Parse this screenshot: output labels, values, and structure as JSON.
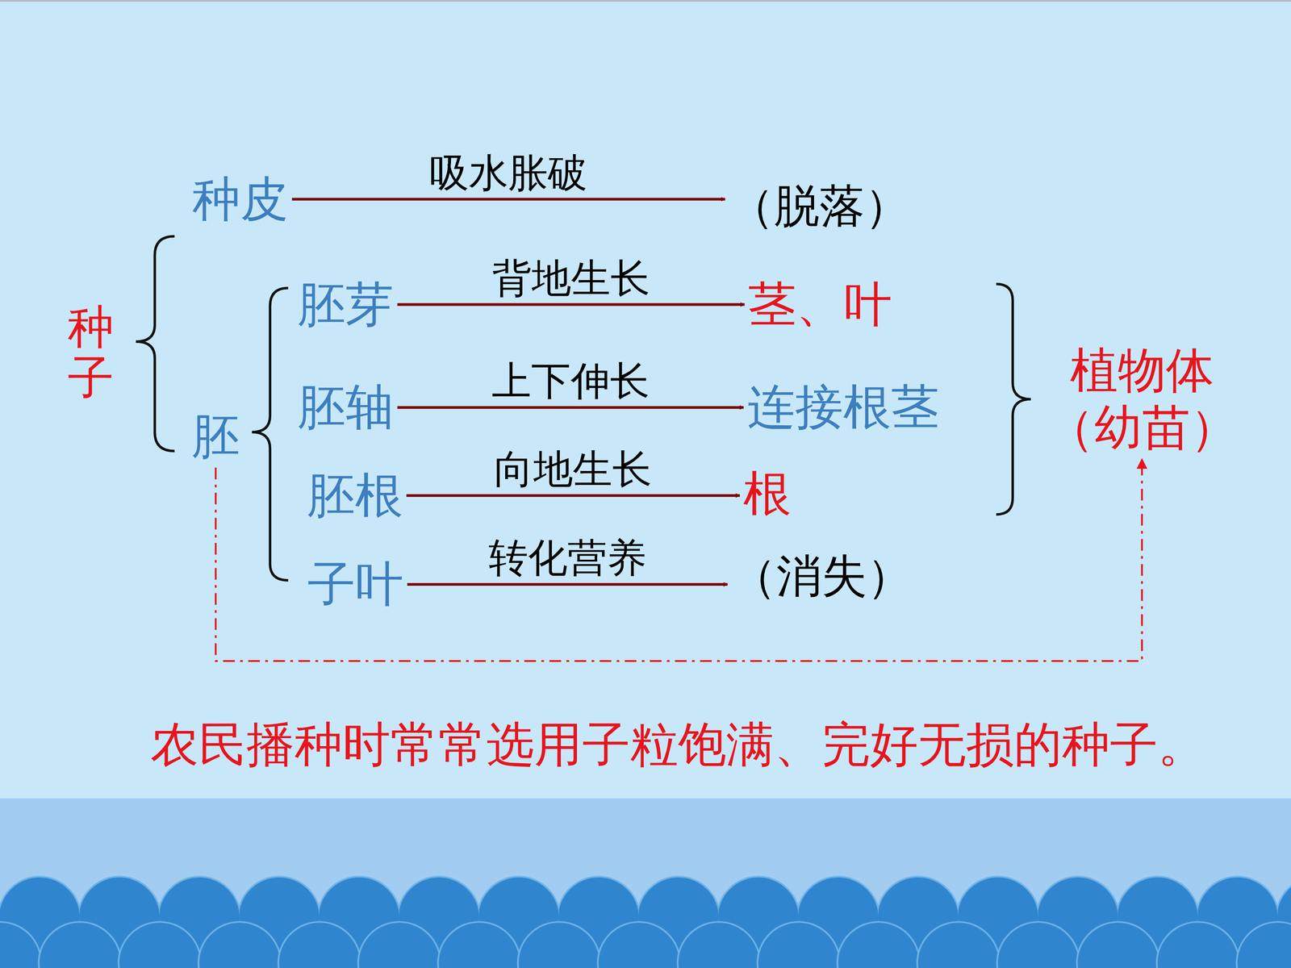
{
  "diagram": {
    "caption": "农民播种时常常选用子粒饱满、完好无损的种子。",
    "nodes": [
      {
        "text": [
          "种子"
        ]
      },
      {
        "text": [
          "种皮"
        ]
      },
      {
        "text": [
          "（脱落）"
        ]
      },
      {
        "text": [
          "胚"
        ]
      },
      {
        "text": [
          "胚芽"
        ]
      },
      {
        "text": [
          "茎、叶"
        ]
      },
      {
        "text": [
          "胚轴"
        ]
      },
      {
        "text": [
          "连接根茎"
        ]
      },
      {
        "text": [
          "胚根"
        ]
      },
      {
        "text": [
          "根"
        ]
      },
      {
        "text": [
          "子叶"
        ]
      },
      {
        "text": [
          "（消失）"
        ]
      },
      {
        "text": [
          "植物体 （幼苗）"
        ]
      }
    ],
    "edges": [
      {
        "from": 1,
        "to": 2,
        "arrow": "to",
        "label": "吸水胀破"
      },
      {
        "from": 4,
        "to": 5,
        "arrow": "to",
        "label": "背地生长"
      },
      {
        "from": 6,
        "to": 7,
        "arrow": "to",
        "label": "上下伸长"
      },
      {
        "from": 8,
        "to": 9,
        "arrow": "to",
        "label": "向地生长"
      },
      {
        "from": 10,
        "to": 11,
        "arrow": "to",
        "label": "转化营养"
      },
      {
        "from": 3,
        "to": 12,
        "arrow": "to"
      }
    ]
  }
}
